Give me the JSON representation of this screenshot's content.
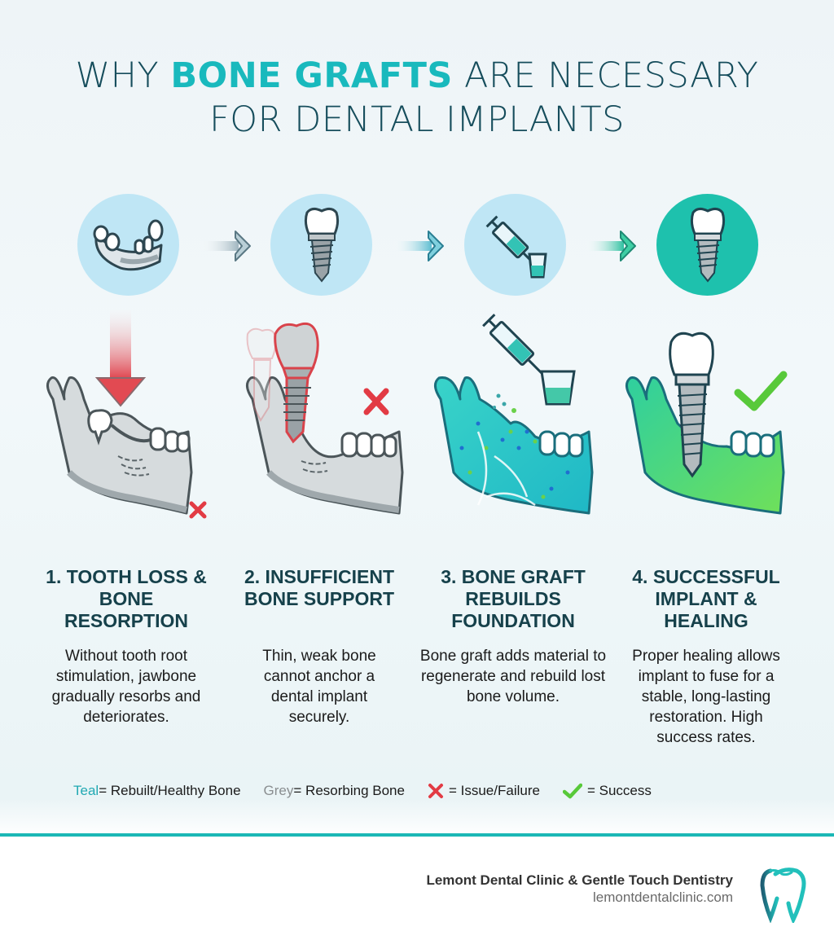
{
  "title": {
    "line1_prefix": "WHY ",
    "line1_accent": "BONE GRAFTS",
    "line1_suffix": " ARE NECESSARY",
    "line2": "FOR DENTAL IMPLANTS"
  },
  "colors": {
    "title": "#164d5c",
    "accent_teal": "#19b9bd",
    "circle_light": "#bfe6f5",
    "circle_final": "#1ec1ad",
    "heading": "#16414b",
    "fail_red": "#e23b44",
    "success_green": "#58c93a",
    "divider": "#1bb8b6"
  },
  "icon_row": [
    {
      "icon": "jaw-missing-tooth-icon"
    },
    {
      "icon": "dental-implant-icon"
    },
    {
      "icon": "syringe-and-cup-icon"
    },
    {
      "icon": "dental-implant-success-icon"
    }
  ],
  "steps": [
    {
      "heading": "1. TOOTH LOSS & BONE RESORPTION",
      "body": "Without tooth root stimulation, jawbone gradually resorbs and deteriorates.",
      "illustration": "grey-jaw-with-lost-tooth-and-red-arrow"
    },
    {
      "heading": "2. INSUFFICIENT BONE SUPPORT",
      "body": "Thin, weak bone cannot anchor a dental implant securely.",
      "illustration": "grey-jaw-with-failing-implant-and-red-x"
    },
    {
      "heading": "3. BONE GRAFT REBUILDS FOUNDATION",
      "body": "Bone graft adds material to regenerate and rebuild lost bone volume.",
      "illustration": "teal-jaw-with-graft-syringe-and-cup"
    },
    {
      "heading": "4. SUCCESSFUL IMPLANT & HEALING",
      "body": "Proper healing allows implant to fuse for a stable, long-lasting restoration. High success rates.",
      "illustration": "green-jaw-with-implant-and-checkmark"
    }
  ],
  "legend": {
    "teal_word": "Teal",
    "teal_desc": " = Rebuilt/Healthy Bone",
    "grey_word": "Grey",
    "grey_desc": " = Resorbing Bone",
    "x_desc": "= Issue/Failure",
    "check_desc": "= Success"
  },
  "footer": {
    "clinic_name": "Lemont Dental Clinic & Gentle Touch Dentistry",
    "website": "lemontdentalclinic.com",
    "logo_icon": "tooth-logo-icon"
  }
}
